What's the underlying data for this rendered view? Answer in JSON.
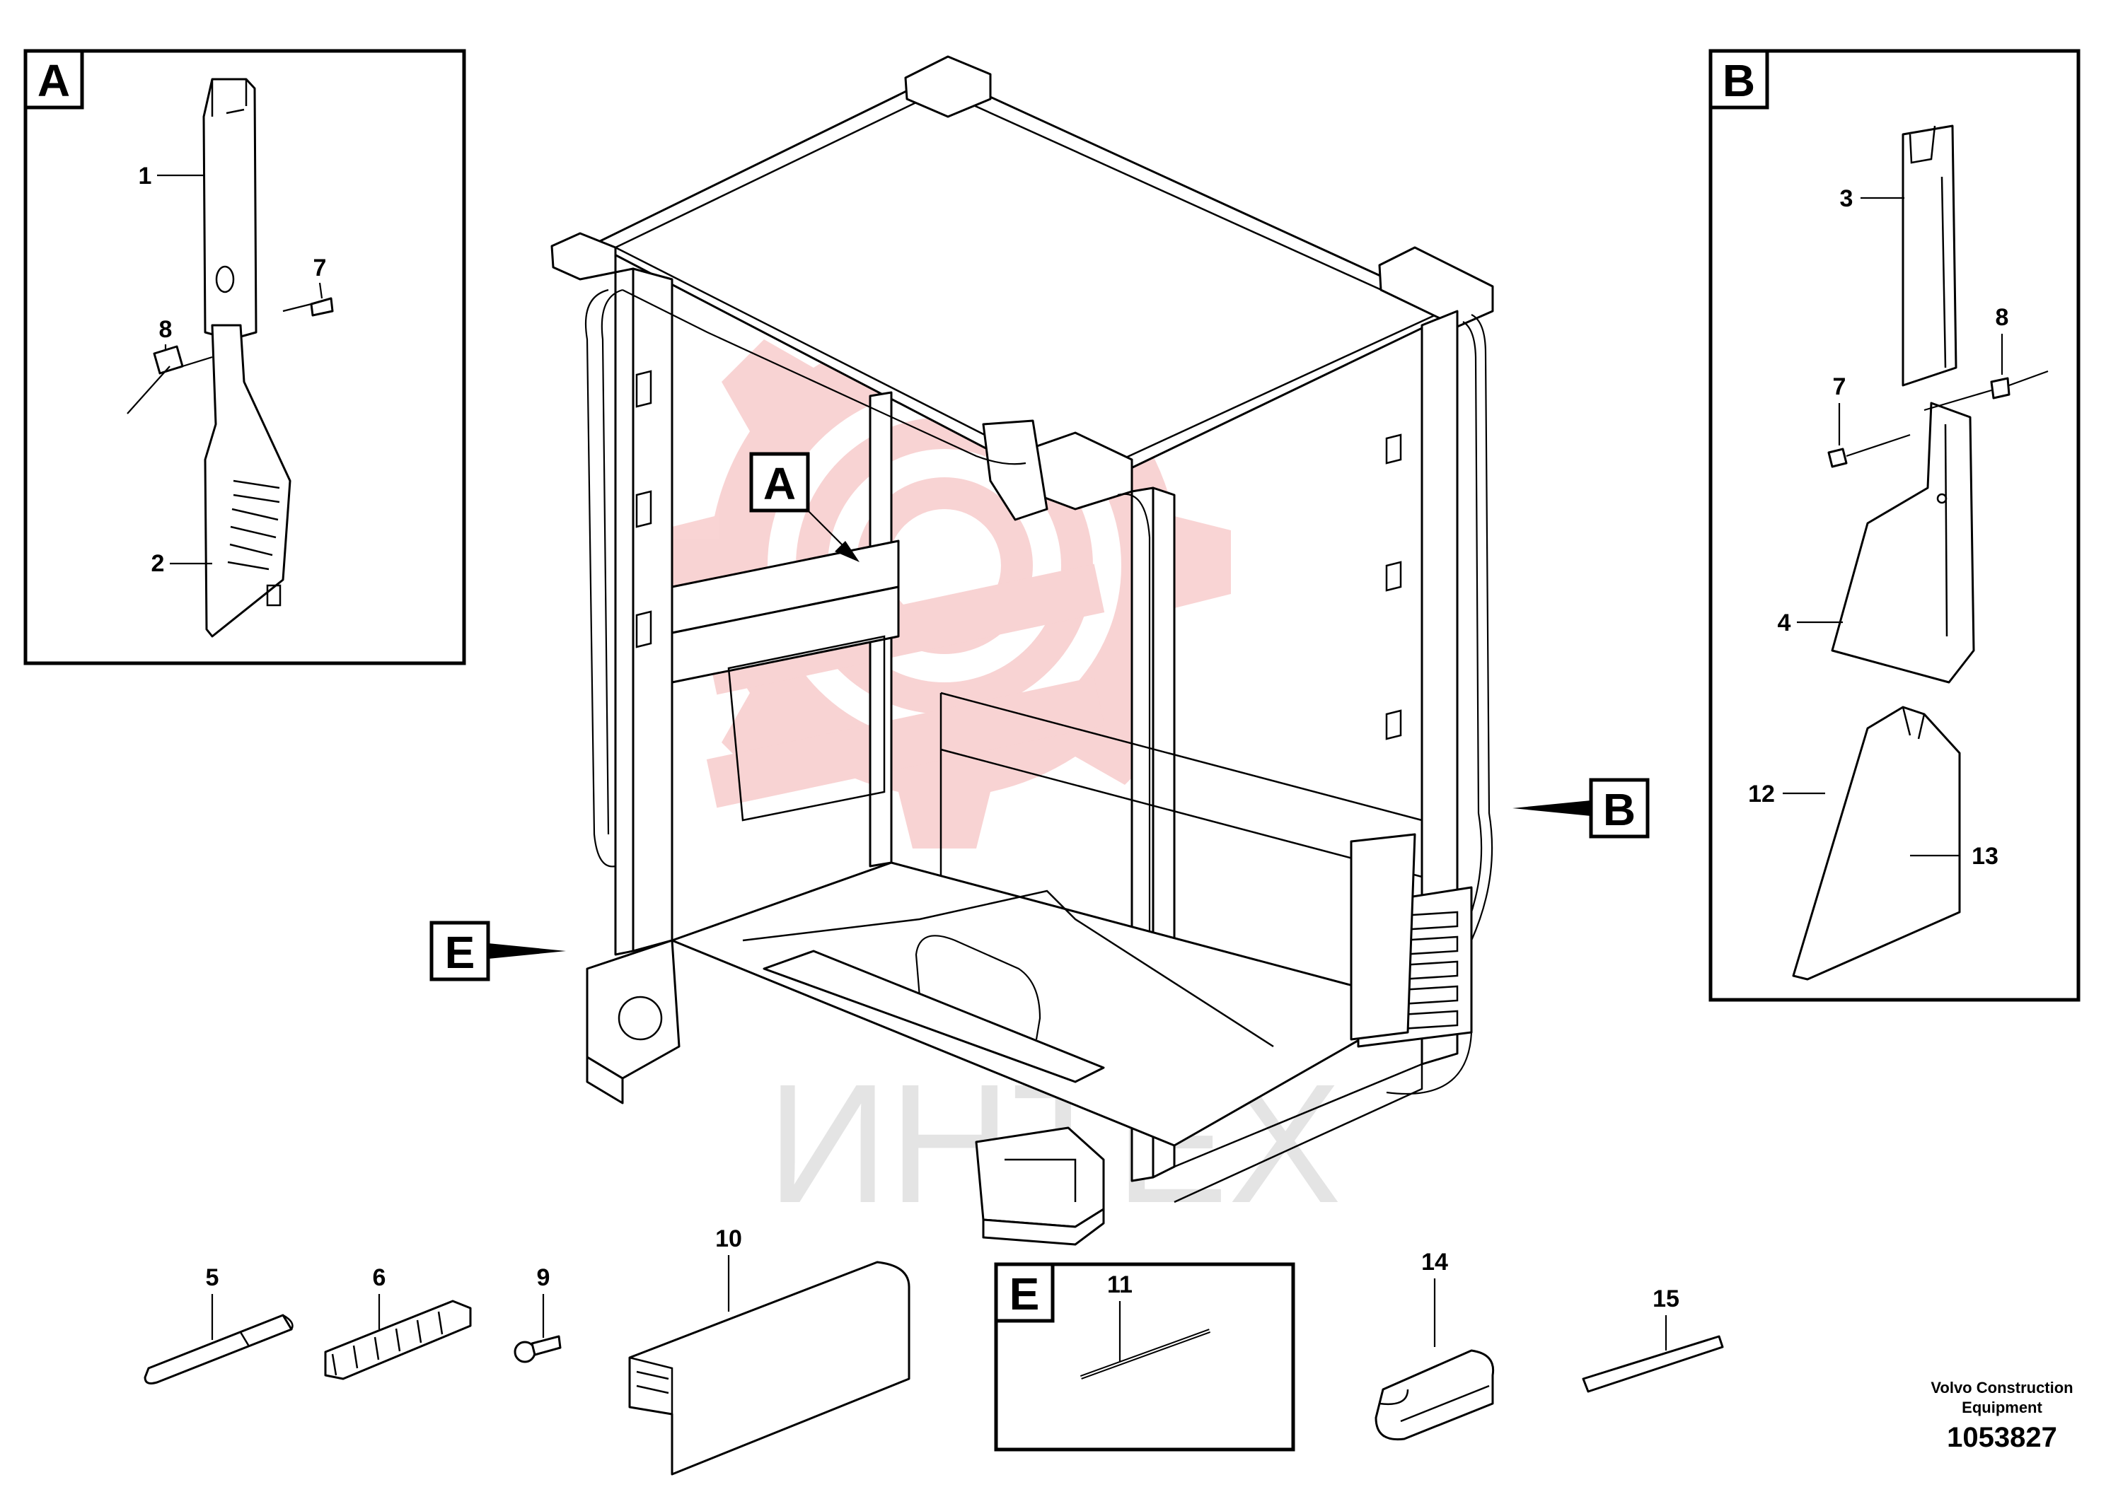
{
  "diagram": {
    "inset_a": {
      "letter": "A",
      "callouts": [
        "1",
        "2",
        "7",
        "8"
      ]
    },
    "inset_b": {
      "letter": "B",
      "callouts": [
        "3",
        "8",
        "7",
        "4",
        "12",
        "13"
      ]
    },
    "inset_e": {
      "letter": "E",
      "callouts": [
        "11"
      ]
    },
    "main_view_letters": {
      "a": "A",
      "b": "B",
      "e": "E"
    },
    "loose_parts": [
      "5",
      "6",
      "9",
      "10",
      "14",
      "15"
    ],
    "footer": {
      "brand_line1": "Volvo Construction",
      "brand_line2": "Equipment",
      "figure_number": "1053827"
    },
    "watermark": {
      "text": "ИНТЕХ",
      "color": "#e23a3a"
    }
  }
}
